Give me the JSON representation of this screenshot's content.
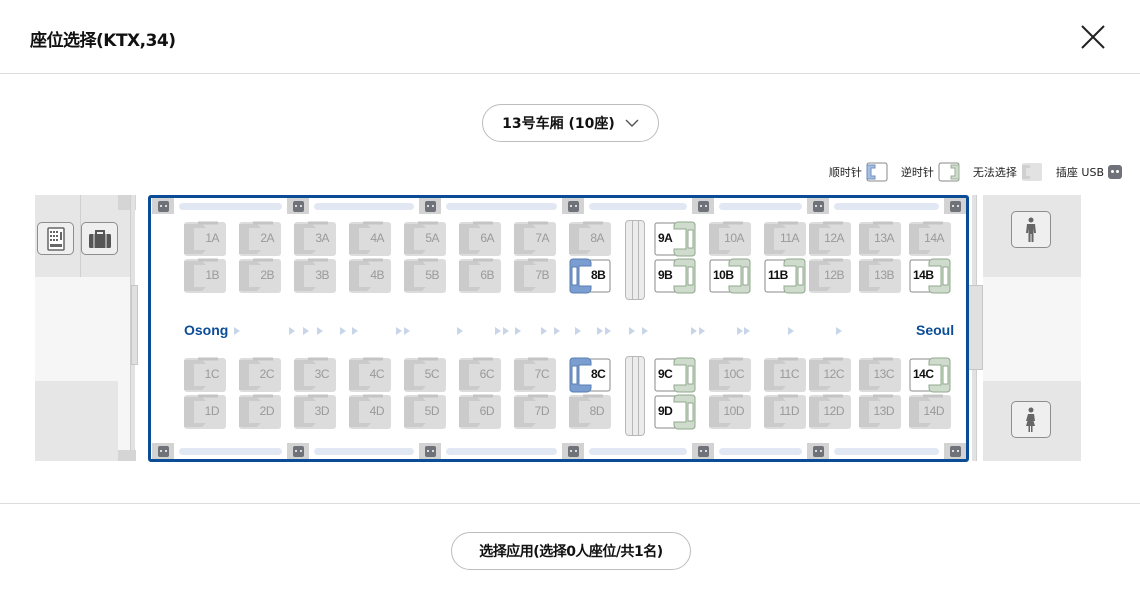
{
  "header": {
    "title": "座位选择(KTX,34)",
    "close_icon": "close-icon"
  },
  "car_selector": {
    "label": "13号车厢 (10座)",
    "icon": "chevron-down-icon"
  },
  "legend": [
    {
      "label": "顺时针",
      "type": "forward",
      "color": "#a9bfe0"
    },
    {
      "label": "逆时针",
      "type": "backward",
      "color": "#cfdccd"
    },
    {
      "label": "无法选择",
      "type": "unavailable",
      "color": "#d8d8d8"
    },
    {
      "label": "插座 USB",
      "type": "usb",
      "color": "#6f7278"
    }
  ],
  "colors": {
    "accent": "#0b4c97",
    "forward_seat": "#7b9ed0",
    "backward_seat": "#cfdccd",
    "unavailable_seat": "#dadada",
    "aisle_arrow": "#c8d5e8"
  },
  "train": {
    "origin": "Osong",
    "destination": "Seoul",
    "facilities_left": [
      "vending-machine-icon",
      "luggage-icon"
    ],
    "facilities_right": [
      "male-restroom-icon",
      "female-restroom-icon"
    ],
    "columns": [
      "1",
      "2",
      "3",
      "4",
      "5",
      "6",
      "7",
      "8",
      "9",
      "10",
      "11",
      "12",
      "13",
      "14"
    ],
    "seats": [
      {
        "id": "1A",
        "status": "unavailable"
      },
      {
        "id": "2A",
        "status": "unavailable"
      },
      {
        "id": "3A",
        "status": "unavailable"
      },
      {
        "id": "4A",
        "status": "unavailable"
      },
      {
        "id": "5A",
        "status": "unavailable"
      },
      {
        "id": "6A",
        "status": "unavailable"
      },
      {
        "id": "7A",
        "status": "unavailable"
      },
      {
        "id": "8A",
        "status": "unavailable"
      },
      {
        "id": "9A",
        "status": "available",
        "direction": "backward"
      },
      {
        "id": "10A",
        "status": "unavailable"
      },
      {
        "id": "11A",
        "status": "unavailable"
      },
      {
        "id": "12A",
        "status": "unavailable"
      },
      {
        "id": "13A",
        "status": "unavailable"
      },
      {
        "id": "14A",
        "status": "unavailable"
      },
      {
        "id": "1B",
        "status": "unavailable"
      },
      {
        "id": "2B",
        "status": "unavailable"
      },
      {
        "id": "3B",
        "status": "unavailable"
      },
      {
        "id": "4B",
        "status": "unavailable"
      },
      {
        "id": "5B",
        "status": "unavailable"
      },
      {
        "id": "6B",
        "status": "unavailable"
      },
      {
        "id": "7B",
        "status": "unavailable"
      },
      {
        "id": "8B",
        "status": "available",
        "direction": "forward"
      },
      {
        "id": "9B",
        "status": "available",
        "direction": "backward"
      },
      {
        "id": "10B",
        "status": "available",
        "direction": "backward"
      },
      {
        "id": "11B",
        "status": "available",
        "direction": "backward"
      },
      {
        "id": "12B",
        "status": "unavailable"
      },
      {
        "id": "13B",
        "status": "unavailable"
      },
      {
        "id": "14B",
        "status": "available",
        "direction": "backward"
      },
      {
        "id": "1C",
        "status": "unavailable"
      },
      {
        "id": "2C",
        "status": "unavailable"
      },
      {
        "id": "3C",
        "status": "unavailable"
      },
      {
        "id": "4C",
        "status": "unavailable"
      },
      {
        "id": "5C",
        "status": "unavailable"
      },
      {
        "id": "6C",
        "status": "unavailable"
      },
      {
        "id": "7C",
        "status": "unavailable"
      },
      {
        "id": "8C",
        "status": "available",
        "direction": "forward"
      },
      {
        "id": "9C",
        "status": "available",
        "direction": "backward"
      },
      {
        "id": "10C",
        "status": "unavailable"
      },
      {
        "id": "11C",
        "status": "unavailable"
      },
      {
        "id": "12C",
        "status": "unavailable"
      },
      {
        "id": "13C",
        "status": "unavailable"
      },
      {
        "id": "14C",
        "status": "available",
        "direction": "backward"
      },
      {
        "id": "1D",
        "status": "unavailable"
      },
      {
        "id": "2D",
        "status": "unavailable"
      },
      {
        "id": "3D",
        "status": "unavailable"
      },
      {
        "id": "4D",
        "status": "unavailable"
      },
      {
        "id": "5D",
        "status": "unavailable"
      },
      {
        "id": "6D",
        "status": "unavailable"
      },
      {
        "id": "7D",
        "status": "unavailable"
      },
      {
        "id": "8D",
        "status": "unavailable"
      },
      {
        "id": "9D",
        "status": "available",
        "direction": "backward"
      },
      {
        "id": "10D",
        "status": "unavailable"
      },
      {
        "id": "11D",
        "status": "unavailable"
      },
      {
        "id": "12D",
        "status": "unavailable"
      },
      {
        "id": "13D",
        "status": "unavailable"
      },
      {
        "id": "14D",
        "status": "unavailable"
      }
    ]
  },
  "footer": {
    "apply_label": "选择应用(选择0人座位/共1名)"
  }
}
